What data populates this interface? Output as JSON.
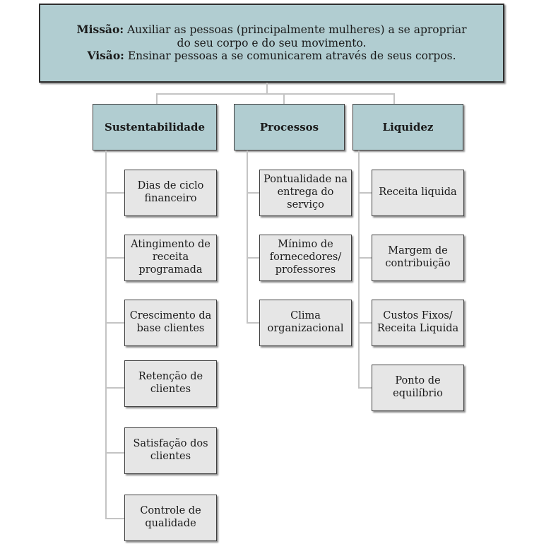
{
  "mission": {
    "label": "Missão:",
    "text_line1": " Auxiliar as pessoas (principalmente mulheres) a se apropriar",
    "text_line2": "do seu corpo e do seu movimento."
  },
  "vision": {
    "label": "Visão:",
    "text": "  Ensinar pessoas a se comunicarem através de seus corpos."
  },
  "categories": [
    {
      "label": "Sustentabilidade",
      "items": [
        "Dias de ciclo\nfinanceiro",
        "Atingimento de\nreceita\nprogramada",
        "Crescimento da\nbase clientes",
        "Retenção de\nclientes",
        "Satisfação dos\nclientes",
        "Controle de\nqualidade"
      ]
    },
    {
      "label": "Processos",
      "items": [
        "Pontualidade na\nentrega do\nserviço",
        "Mínimo de\nfornecedores/\nprofessores",
        "Clima\norganizacional"
      ]
    },
    {
      "label": "Liquidez",
      "items": [
        "Receita liquida",
        "Margem de\ncontribuição",
        "Custos Fixos/\nReceita Liquida",
        "Ponto de\nequilíbrio"
      ]
    }
  ],
  "colors": {
    "header_fill": "#b1cdd1",
    "item_fill": "#e6e6e6",
    "connector": "#c4c4c4",
    "border": "#3f3f3f"
  }
}
